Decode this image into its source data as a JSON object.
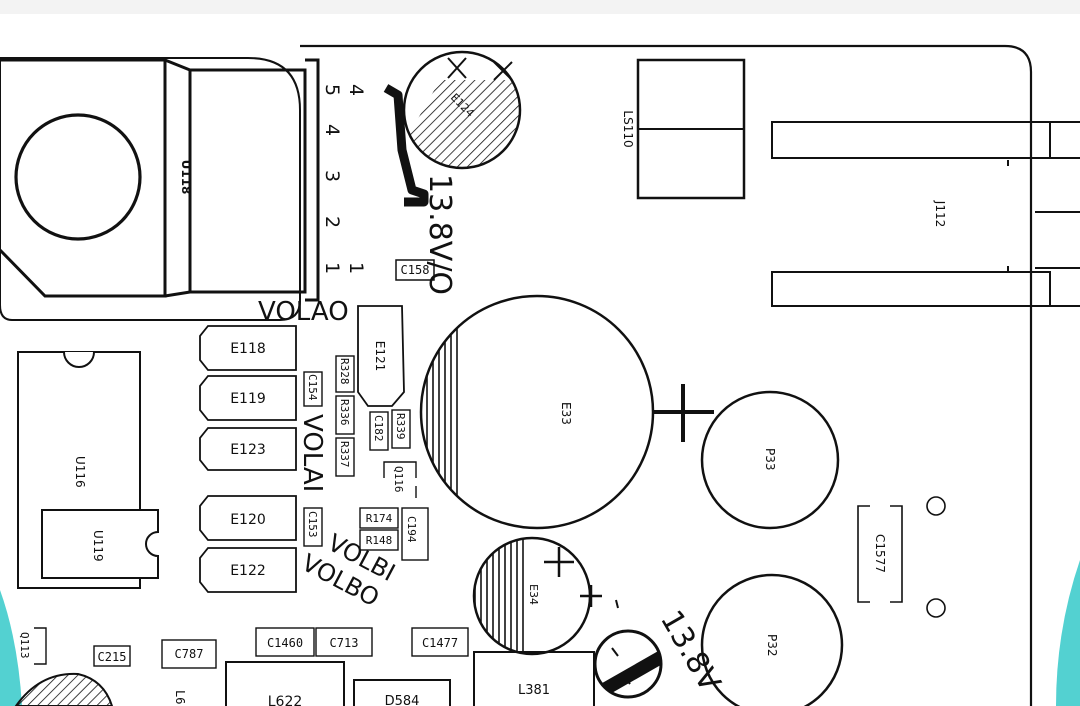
{
  "colors": {
    "ink": "#111111",
    "paper": "#ffffff",
    "accent": "#35c9c9"
  },
  "board": {
    "labels": {
      "U118": "U118",
      "E124": "E124",
      "LS110": "LS110",
      "J112": "J112",
      "voltage_top": "13.8V/O",
      "voltage_bottom": "13.8V",
      "VOLAO": "VOLAO",
      "VOLAI": "VOLAI",
      "VOLBI": "VOLBI",
      "VOLBO": "VOLBO",
      "C158": "C158",
      "E121": "E121",
      "E118": "E118",
      "E119": "E119",
      "E123": "E123",
      "E120": "E120",
      "E122": "E122",
      "R328": "R328",
      "R336": "R336",
      "R337": "R337",
      "C154": "C154",
      "C182": "C182",
      "R339": "R339",
      "Q116": "Q116",
      "R174": "R174",
      "R148": "R148",
      "C194": "C194",
      "C153": "C153",
      "E33": "E33",
      "P33": "P33",
      "P32": "P32",
      "C1577": "C1577",
      "U116": "U116",
      "U119": "U119",
      "E34": "E34",
      "C215": "C215",
      "C787": "C787",
      "C1460": "C1460",
      "C713": "C713",
      "C1477": "C1477",
      "L622": "L622",
      "D584": "D584",
      "L381": "L381",
      "Q113": "Q113",
      "L6": "L6"
    },
    "pins": [
      "5",
      "4",
      "4",
      "3",
      "2",
      "1",
      "1"
    ]
  }
}
